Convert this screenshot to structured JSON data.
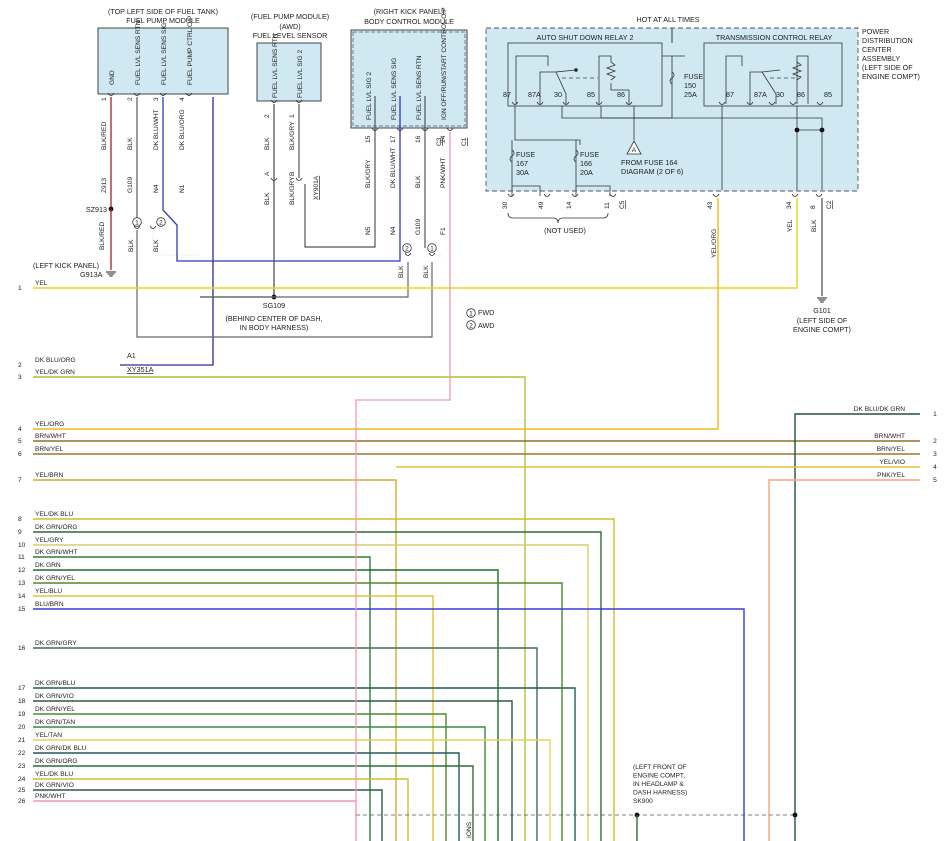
{
  "components": {
    "fuel_pump_module": {
      "location": "(TOP LEFT SIDE OF FUEL TANK)",
      "name": "FUEL PUMP MODULE",
      "pins": [
        {
          "num": "1",
          "name": "GND"
        },
        {
          "num": "2",
          "name": "FUEL LVL SENS RTN"
        },
        {
          "num": "3",
          "name": "FUEL LVL SENS SIG"
        },
        {
          "num": "4",
          "name": "FUEL PUMP CTRL O/P"
        }
      ],
      "wires": [
        {
          "color": "BLK/RED",
          "circuit": "Z913"
        },
        {
          "color": "BLK",
          "circuit": "G109"
        },
        {
          "color": "DK BLU/WHT",
          "circuit": "N4"
        },
        {
          "color": "DK BLU/ORG",
          "circuit": "N1"
        }
      ]
    },
    "fuel_level_sensor": {
      "location": "(FUEL PUMP MODULE)",
      "qualifier": "(AWD)",
      "name": "FUEL LEVEL SENSOR",
      "pins": [
        {
          "num": "2",
          "name": "FUEL LVL SENS RTN"
        },
        {
          "num": "1",
          "name": "FUEL LVL SIG 2"
        }
      ],
      "wires": [
        "BLK",
        "BLK/GRY"
      ],
      "connector_letters": [
        "A",
        "B"
      ],
      "connector": "XY901A",
      "wire_below": [
        "BLK",
        "BLK/GRY"
      ]
    },
    "body_control_module": {
      "location": "(RIGHT KICK PANEL)",
      "name": "BODY CONTROL MODULE",
      "pins": [
        {
          "num": "15",
          "name": "FUEL LVL SIG 2",
          "wire": "BLK/GRY",
          "circuit": "N5"
        },
        {
          "num": "17",
          "name": "FUEL LVL SENS SIG",
          "wire": "DK BLU/WHT",
          "circuit": "N4"
        },
        {
          "num": "16",
          "name": "FUEL LVL SENS RTN",
          "wire": "BLK",
          "circuit": "G109",
          "connector": "C3"
        },
        {
          "num": "24",
          "name": "IGN OFF/RUN/START CONTROL O/P",
          "wire": "PNK/WHT",
          "circuit": "F1",
          "connector": "C1"
        }
      ]
    },
    "pdc": {
      "hot_at_all_times": "HOT AT ALL TIMES",
      "name_lines": [
        "POWER",
        "DISTRIBUTION",
        "CENTER",
        "ASSEMBLY",
        "(LEFT SIDE OF",
        "ENGINE COMPT)"
      ],
      "relay1": {
        "name": "AUTO SHUT DOWN RELAY 2",
        "pins": [
          "87",
          "87A",
          "30",
          "85",
          "86"
        ]
      },
      "relay2": {
        "name": "TRANSMISSION CONTROL RELAY",
        "pins": [
          "87",
          "87A",
          "30",
          "86",
          "85"
        ]
      },
      "fuse_150": [
        "FUSE",
        "150",
        "25A"
      ],
      "fuse_167": [
        "FUSE",
        "167",
        "30A"
      ],
      "fuse_166": [
        "FUSE",
        "166",
        "20A"
      ],
      "note_letter": "A",
      "note": [
        "FROM FUSE 164",
        "DIAGRAM (2 OF 6)"
      ],
      "bottom_pins": [
        "30",
        "49",
        "14",
        "11",
        "C5",
        "43",
        "34",
        "8",
        "C2"
      ],
      "not_used": "(NOT USED)",
      "wires": {
        "p43": "YEL/ORG",
        "p34": "YEL",
        "p8": "BLK"
      }
    }
  },
  "splices": {
    "sz913": "SZ913",
    "left_kick_panel": "(LEFT KICK PANEL)",
    "g913a": "G913A",
    "blk_red": "BLK/RED",
    "blk": "BLK",
    "g109_label": "G109",
    "sg109": "SG109",
    "sg109_desc": [
      "(BEHIND CENTER OF DASH,",
      "IN BODY HARNESS)"
    ],
    "legend_fwd": "FWD",
    "legend_awd": "AWD",
    "g101": "G101",
    "g101_desc": [
      "(LEFT SIDE OF",
      "ENGINE COMPT)"
    ],
    "a1": "A1",
    "xy351a": "XY351A",
    "sk900_desc": [
      "(LEFT FRONT OF",
      "ENGINE COMPT,",
      "IN HEADLAMP &",
      "DASH HARNESS)",
      "SK900"
    ],
    "partial": "IONS",
    "circled": [
      "1",
      "2"
    ]
  },
  "left_pins": [
    {
      "num": "1",
      "label": "YEL",
      "color": "#e6d91a"
    },
    {
      "num": "2",
      "label": "DK BLU/ORG",
      "color": "#2d2d8f"
    },
    {
      "num": "3",
      "label": "YEL/DK GRN",
      "color": "#a7c43a"
    },
    {
      "num": "4",
      "label": "YEL/ORG",
      "color": "#f2b81c"
    },
    {
      "num": "5",
      "label": "BRN/WHT",
      "color": "#9a6b2f"
    },
    {
      "num": "6",
      "label": "BRN/YEL",
      "color": "#9a7a2f"
    },
    {
      "num": "7",
      "label": "YEL/BRN",
      "color": "#d7a93a"
    },
    {
      "num": "8",
      "label": "YEL/DK BLU",
      "color": "#c9c22d"
    },
    {
      "num": "9",
      "label": "DK GRN/ORG",
      "color": "#2e6b3a"
    },
    {
      "num": "10",
      "label": "YEL/GRY",
      "color": "#d8cf6a"
    },
    {
      "num": "11",
      "label": "DK GRN/WHT",
      "color": "#2f7d3f"
    },
    {
      "num": "12",
      "label": "DK GRN",
      "color": "#1f6b2a"
    },
    {
      "num": "13",
      "label": "DK GRN/YEL",
      "color": "#4a8c2a"
    },
    {
      "num": "14",
      "label": "YEL/BLU",
      "color": "#e0c236"
    },
    {
      "num": "15",
      "label": "BLU/BRN",
      "color": "#3a3ad6"
    },
    {
      "num": "16",
      "label": "DK GRN/GRY",
      "color": "#3f6e50"
    },
    {
      "num": "17",
      "label": "DK GRN/BLU",
      "color": "#1f5f5a"
    },
    {
      "num": "18",
      "label": "DK GRN/VIO",
      "color": "#2b5a46"
    },
    {
      "num": "19",
      "label": "DK GRN/YEL",
      "color": "#4a8c2a"
    },
    {
      "num": "20",
      "label": "DK GRN/TAN",
      "color": "#3d8c3a"
    },
    {
      "num": "21",
      "label": "YEL/TAN",
      "color": "#e8d25a"
    },
    {
      "num": "22",
      "label": "DK GRN/DK BLU",
      "color": "#1f5c5c"
    },
    {
      "num": "23",
      "label": "DK GRN/ORG",
      "color": "#2e6b3a"
    },
    {
      "num": "24",
      "label": "YEL/DK BLU",
      "color": "#c9c22d"
    },
    {
      "num": "25",
      "label": "DK GRN/VIO",
      "color": "#2b5a46"
    },
    {
      "num": "26",
      "label": "PNK/WHT",
      "color": "#f09ab2"
    }
  ],
  "right_pins": [
    {
      "num": "1",
      "label": "DK BLU/DK GRN",
      "color": "#234d4d"
    },
    {
      "num": "2",
      "label": "BRN/WHT",
      "color": "#9a6b2f"
    },
    {
      "num": "3",
      "label": "BRN/YEL",
      "color": "#9a7a2f"
    },
    {
      "num": "4",
      "label": "YEL/VIO",
      "color": "#e2c43a"
    },
    {
      "num": "5",
      "label": "PNK/YEL",
      "color": "#f3a57a"
    }
  ]
}
